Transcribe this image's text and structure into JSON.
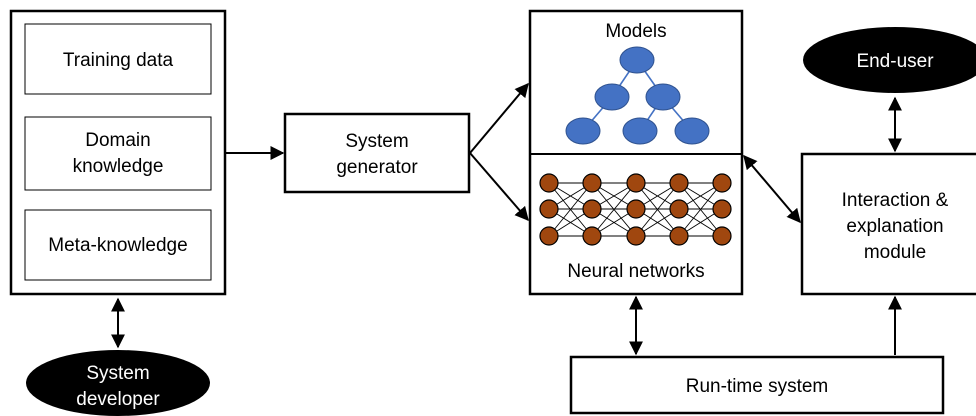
{
  "knowledge_sources": {
    "training_data": "Training data",
    "domain_knowledge": [
      "Domain",
      "knowledge"
    ],
    "meta_knowledge": "Meta-knowledge"
  },
  "system_developer": [
    "System",
    "developer"
  ],
  "system_generator": [
    "System",
    "generator"
  ],
  "models": "Models",
  "neural_networks": "Neural networks",
  "end_user": "End-user",
  "interaction_module": [
    "Interaction &",
    "explanation",
    "module"
  ],
  "runtime_system": "Run-time system",
  "colors": {
    "tree_node": "#4472C4",
    "nn_node": "#A0470F"
  }
}
